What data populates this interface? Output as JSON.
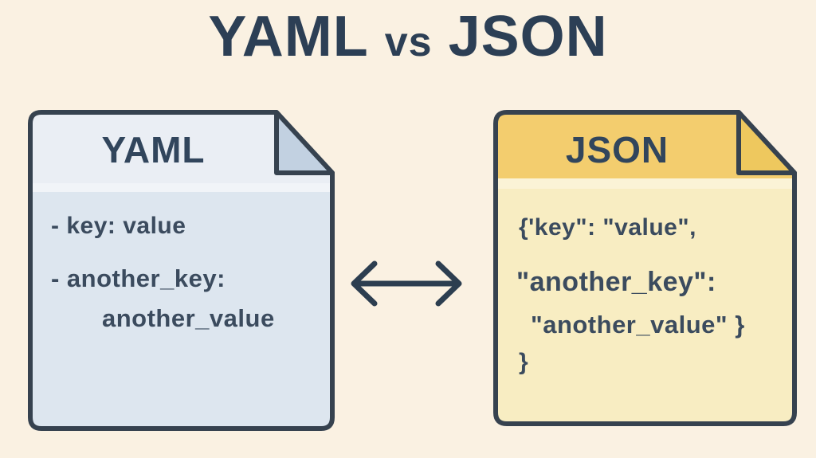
{
  "title": {
    "part1": "YAML",
    "part2": "vs",
    "part3": "JSON"
  },
  "yaml_card": {
    "title": "YAML",
    "lines": [
      "- key: value",
      "- another_key:",
      "another_value"
    ]
  },
  "json_card": {
    "title": "JSON",
    "lines": [
      "{'key\": \"value\",",
      "\"another_key\":",
      "\"another_value\" }",
      "}"
    ]
  },
  "arrow": {
    "name": "bidirectional-arrow",
    "meaning": "conversion between YAML and JSON"
  },
  "colors": {
    "background": "#faf1e2",
    "title_text": "#2c3f55",
    "card_border": "#36424f",
    "code_text": "#3b4b5e",
    "yaml_header": "#eaeef4",
    "yaml_body": "#dde6ef",
    "yaml_fold": "#c2d1e1",
    "json_header": "#f3cd6e",
    "json_body": "#f8edc2",
    "json_fold": "#eec85e",
    "arrow": "#2c3e50"
  }
}
